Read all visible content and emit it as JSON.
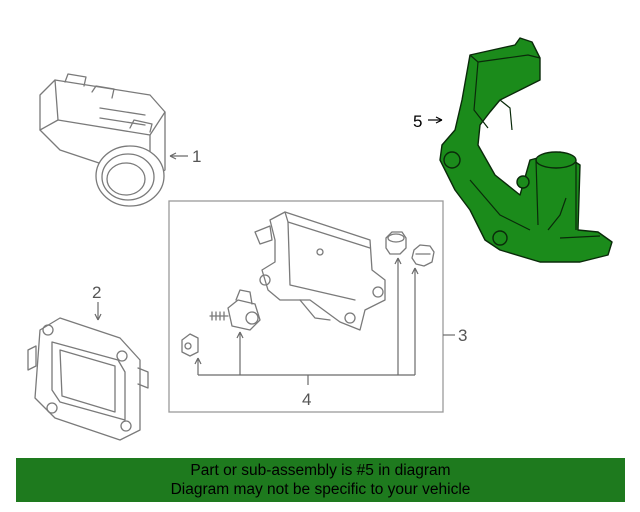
{
  "callouts": {
    "c1": "1",
    "c2": "2",
    "c3": "3",
    "c4": "4",
    "c5": "5"
  },
  "highlight_color": "#1b8b1b",
  "banner": {
    "color": "#1e7a1e",
    "line1": "Part or sub-assembly is #5 in diagram",
    "line2": "Diagram may not be specific to your vehicle"
  }
}
